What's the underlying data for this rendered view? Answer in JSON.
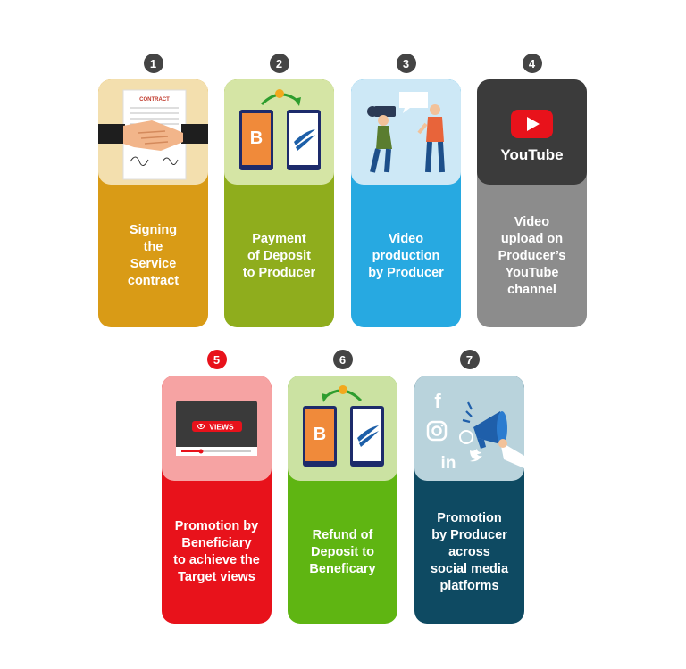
{
  "steps": [
    {
      "number": "1",
      "label": "Signing\nthe\nService\ncontract",
      "top_color": "#f3dfae",
      "bottom_color": "#d99b16",
      "badge_color": "#444444",
      "icon": "contract-handshake-icon",
      "icon_text": "CONTRACT"
    },
    {
      "number": "2",
      "label": "Payment\nof Deposit\nto Producer",
      "top_color": "#d5e5a5",
      "bottom_color": "#8fad1d",
      "badge_color": "#444444",
      "icon": "phone-transfer-icon",
      "icon_text": "B"
    },
    {
      "number": "3",
      "label": "Video\nproduction\nby Producer",
      "top_color": "#cde8f6",
      "bottom_color": "#27a9e1",
      "badge_color": "#444444",
      "icon": "video-production-icon"
    },
    {
      "number": "4",
      "label": "Video\nupload on\nProducer’s\nYouTube\nchannel",
      "top_color": "#3b3b3b",
      "bottom_color": "#8c8c8c",
      "badge_color": "#444444",
      "icon": "youtube-logo-icon",
      "icon_text": "YouTube"
    },
    {
      "number": "5",
      "label": "Promotion by\nBeneficiary\nto achieve the\nTarget views",
      "top_color": "#f6a3a3",
      "bottom_color": "#e8121b",
      "badge_color": "#e8121b",
      "icon": "video-views-icon",
      "icon_text": "VIEWS"
    },
    {
      "number": "6",
      "label": "Refund of\nDeposit to\nBeneficary",
      "top_color": "#cbe2a2",
      "bottom_color": "#5fb512",
      "badge_color": "#444444",
      "icon": "phone-refund-icon",
      "icon_text": "B"
    },
    {
      "number": "7",
      "label": "Promotion\nby Producer\nacross\nsocial media\nplatforms",
      "top_color": "#b9d3dc",
      "bottom_color": "#0e4a62",
      "badge_color": "#444444",
      "icon": "social-media-megaphone-icon"
    }
  ]
}
